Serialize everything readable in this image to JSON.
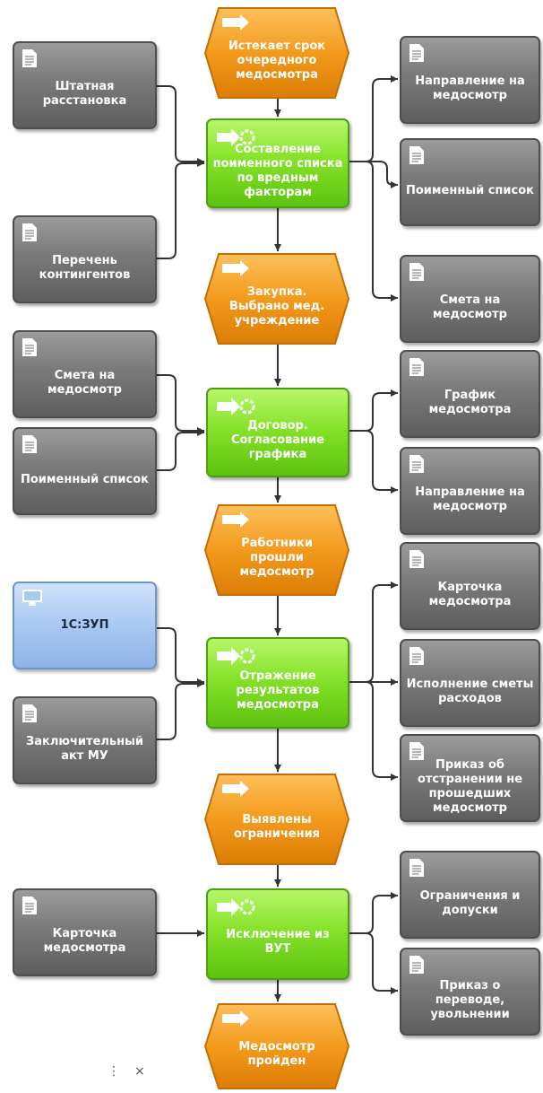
{
  "events": [
    {
      "id": "e1",
      "label": "Истекает срок очередного медосмотра"
    },
    {
      "id": "e2",
      "label": "Закупка. Выбрано мед. учреждение"
    },
    {
      "id": "e3",
      "label": "Работники прошли медосмотр"
    },
    {
      "id": "e4",
      "label": "Выявлены ограничения"
    },
    {
      "id": "e5",
      "label": "Медосмотр пройден"
    }
  ],
  "functions": [
    {
      "id": "f1",
      "label": "Составление поименного списка по вредным факторам"
    },
    {
      "id": "f2",
      "label": "Договор. Согласование графика"
    },
    {
      "id": "f3",
      "label": "Отражение результатов медосмотра"
    },
    {
      "id": "f4",
      "label": "Исключение из ВУТ"
    }
  ],
  "documents_in": [
    {
      "id": "di1",
      "label": "Штатная расстановка"
    },
    {
      "id": "di2",
      "label": "Перечень контингентов"
    },
    {
      "id": "di3",
      "label": "Смета на медосмотр"
    },
    {
      "id": "di4",
      "label": "Поименный список"
    },
    {
      "id": "di5",
      "label": "Заключительный акт МУ"
    },
    {
      "id": "di6",
      "label": "Карточка медосмотра"
    }
  ],
  "systems": [
    {
      "id": "s1",
      "label": "1С:ЗУП"
    }
  ],
  "documents_out": [
    {
      "id": "do1",
      "label": "Направление на медосмотр"
    },
    {
      "id": "do2",
      "label": "Поименный список"
    },
    {
      "id": "do3",
      "label": "Смета на медосмотр"
    },
    {
      "id": "do4",
      "label": "График медосмотра"
    },
    {
      "id": "do5",
      "label": "Направление на медосмотр"
    },
    {
      "id": "do6",
      "label": "Карточка медосмотра"
    },
    {
      "id": "do7",
      "label": "Исполнение сметы расходов"
    },
    {
      "id": "do8",
      "label": "Приказ об отстранении не прошедших медосмотр"
    },
    {
      "id": "do9",
      "label": "Ограничения и допуски"
    },
    {
      "id": "do10",
      "label": "Приказ о переводе, увольнении"
    }
  ],
  "footer": {
    "menu_icon": "more-vertical-icon",
    "menu_glyph": "⋮",
    "close_icon": "close-icon",
    "close_glyph": "×"
  },
  "colors": {
    "event": "#f39a1c",
    "function": "#86e22a",
    "document": "#7a7a7a",
    "system": "#a9c8f2",
    "connector": "#333333"
  }
}
